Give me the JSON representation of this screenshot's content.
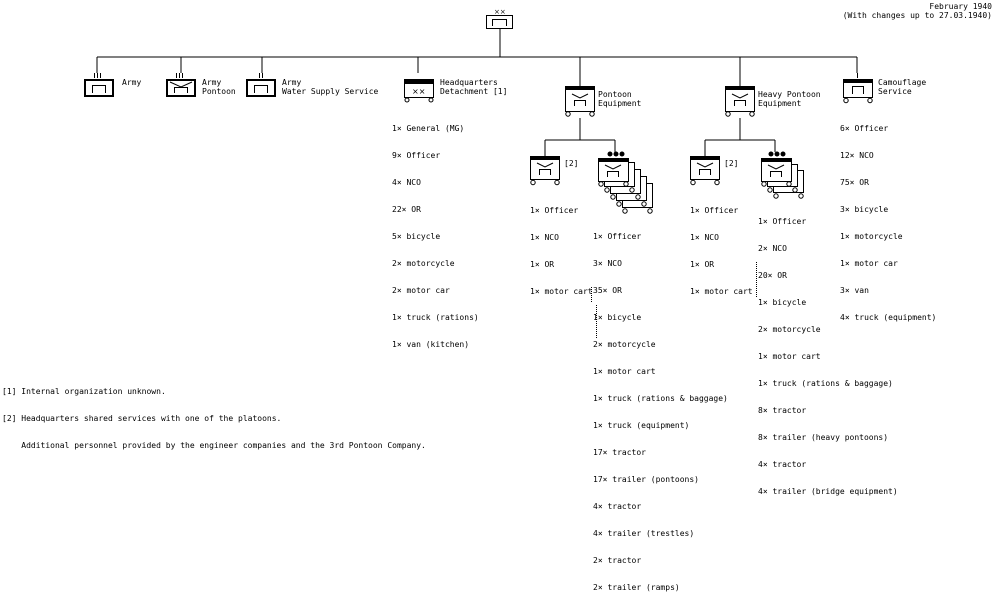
{
  "date": {
    "line1": "February 1940",
    "line2": "(With changes up to 27.03.1940)"
  },
  "units": {
    "army": "Army",
    "pontoon": [
      "Army",
      "Pontoon"
    ],
    "water": [
      "Army",
      "Water Supply Service"
    ],
    "hq": [
      "Headquarters",
      "Detachment [1]"
    ],
    "pontoon_eq": [
      "Pontoon",
      "Equipment"
    ],
    "heavy": [
      "Heavy Pontoon",
      "Equipment"
    ],
    "camo": [
      "Camouflage",
      "Service"
    ],
    "note2": "[2]"
  },
  "lists": {
    "hq": [
      "1× General (MG)",
      "9× Officer",
      "4× NCO",
      "22× OR",
      "5× bicycle",
      "2× motorcycle",
      "2× motor car",
      "1× truck (rations)",
      "1× van (kitchen)"
    ],
    "camo": [
      "6× Officer",
      "12× NCO",
      "75× OR",
      "3× bicycle",
      "1× motorcycle",
      "1× motor car",
      "3× van",
      "4× truck (equipment)"
    ],
    "pe_hq": [
      "1× Officer",
      "1× NCO",
      "1× OR",
      "1× motor cart"
    ],
    "pe_plt": [
      "1× Officer",
      "3× NCO",
      "35× OR",
      "1× bicycle",
      "2× motorcycle",
      "1× motor cart",
      "1× truck (rations & baggage)",
      "1× truck (equipment)",
      "17× tractor",
      "17× trailer (pontoons)",
      "4× tractor",
      "4× trailer (trestles)",
      "2× tractor",
      "2× trailer (ramps)"
    ],
    "hp_hq": [
      "1× Officer",
      "1× NCO",
      "1× OR",
      "1× motor cart"
    ],
    "hp_plt": [
      "1× Officer",
      "2× NCO",
      "20× OR",
      "1× bicycle",
      "2× motorcycle",
      "1× motor cart",
      "1× truck (rations & baggage)",
      "8× tractor",
      "8× trailer (heavy pontoons)",
      "4× tractor",
      "4× trailer (bridge equipment)"
    ]
  },
  "notes": [
    "[1] Internal organization unknown.",
    "[2] Headquarters shared services with one of the platoons.",
    "    Additional personnel provided by the engineer companies and the 3rd Pontoon Company."
  ]
}
